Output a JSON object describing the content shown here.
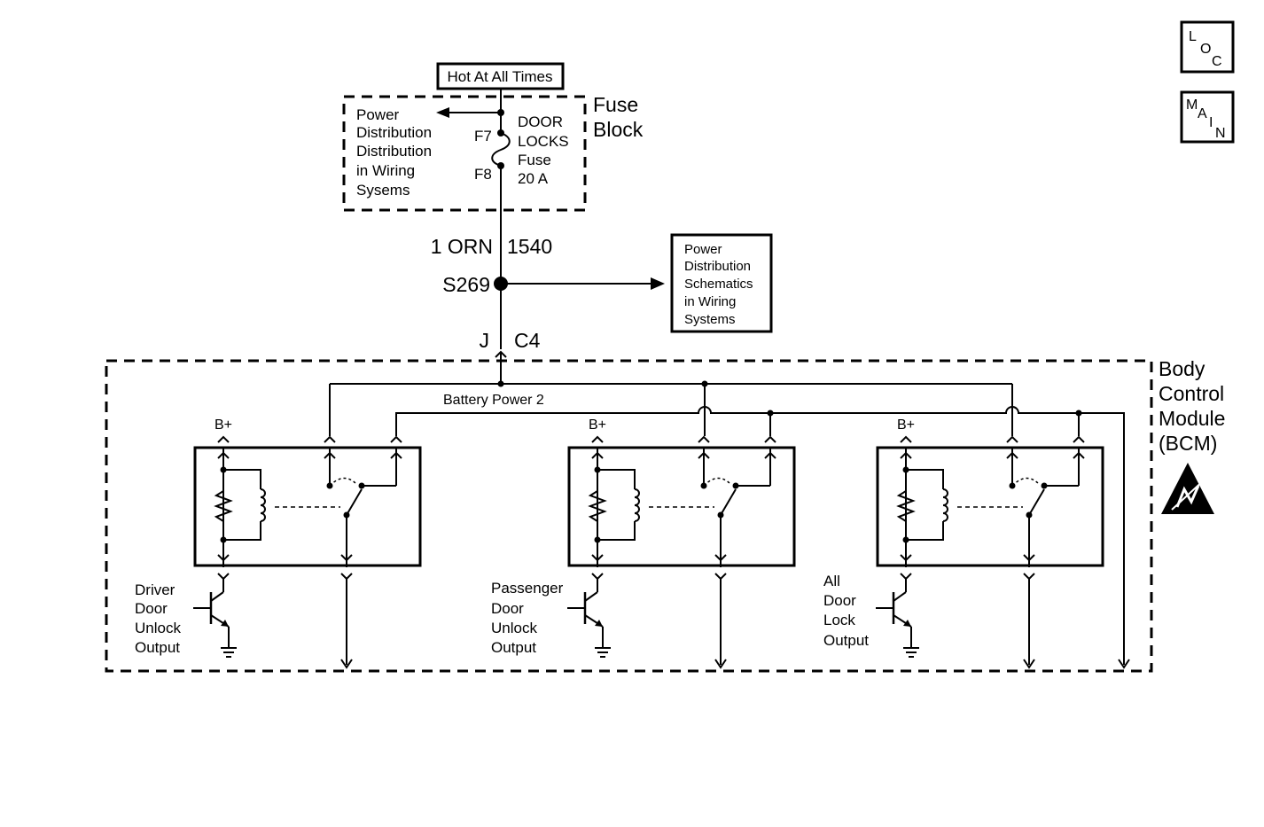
{
  "nav": {
    "loc": {
      "l1": "L",
      "l2": "O",
      "l3": "C"
    },
    "main": {
      "l1": "M",
      "l2": "A",
      "l3": "I",
      "l4": "N"
    }
  },
  "hot_label": "Hot At All Times",
  "fuse_block": {
    "title_1": "Fuse",
    "title_2": "Block",
    "f7": "F7",
    "f8": "F8",
    "fuse_label": [
      "DOOR",
      "LOCKS",
      "Fuse",
      "20 A"
    ],
    "pd_note": [
      "Power",
      "Distribution",
      "Distribution",
      "in Wiring",
      "Sysems"
    ]
  },
  "wire": {
    "gauge_color": "1 ORN",
    "circuit": "1540"
  },
  "splice": "S269",
  "pd_box": [
    "Power",
    "Distribution",
    "Schematics",
    "in Wiring",
    "Systems"
  ],
  "connector": {
    "pin": "J",
    "name": "C4"
  },
  "bcm": {
    "title": [
      "Body",
      "Control",
      "Module",
      "(BCM)"
    ],
    "battery_label": "Battery Power 2",
    "bplus": "B+",
    "outputs": [
      [
        "Driver",
        "Door",
        "Unlock",
        "Output"
      ],
      [
        "Passenger",
        "Door",
        "Unlock",
        "Output"
      ],
      [
        "All",
        "Door",
        "Lock",
        "Output"
      ]
    ]
  }
}
